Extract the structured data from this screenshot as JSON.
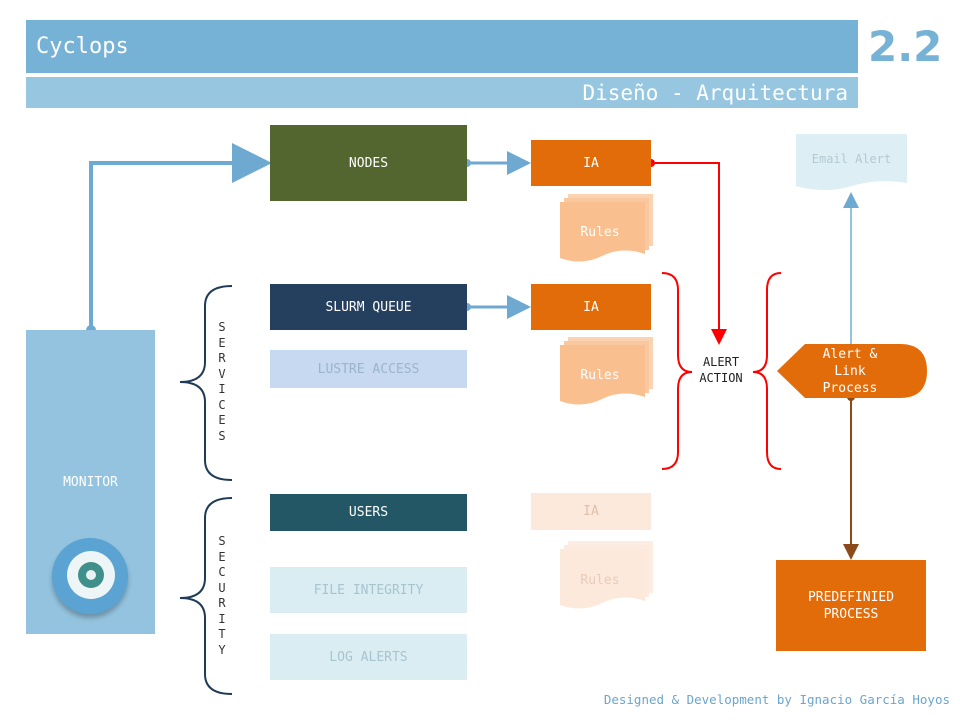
{
  "header": {
    "title": "Cyclops",
    "subtitle": "Diseño - Arquitectura",
    "version": "2.2"
  },
  "monitor": {
    "label": "MONITOR"
  },
  "groups": {
    "services": "SERVICES",
    "security": "SECURITY"
  },
  "nodes": {
    "nodes": "NODES",
    "slurm_queue": "SLURM QUEUE",
    "lustre_access": "LUSTRE ACCESS",
    "users": "USERS",
    "file_integrity": "FILE INTEGRITY",
    "log_alerts": "LOG ALERTS"
  },
  "ia": {
    "ia1": "IA",
    "ia2": "IA",
    "ia3": "IA"
  },
  "rules": {
    "rules1": "Rules",
    "rules2": "Rules",
    "rules3": "Rules"
  },
  "alert_action": {
    "line1": "ALERT",
    "line2": "ACTION"
  },
  "alert_link": {
    "line1": "Alert &",
    "line2": "Link",
    "line3": "Process"
  },
  "email_alert": "Email Alert",
  "predefined": {
    "line1": "PREDEFINIED",
    "line2": "PROCESS"
  },
  "footer": "Designed & Development by Ignacio García Hoyos",
  "colors": {
    "header_blue": "#76b2d6",
    "nodes_green": "#546630",
    "slurm_navy": "#253f5f",
    "users_teal": "#235766",
    "ia_orange": "#e36c0a",
    "rules_peach": "#f9bf8f",
    "alert_red": "#ff0000"
  }
}
